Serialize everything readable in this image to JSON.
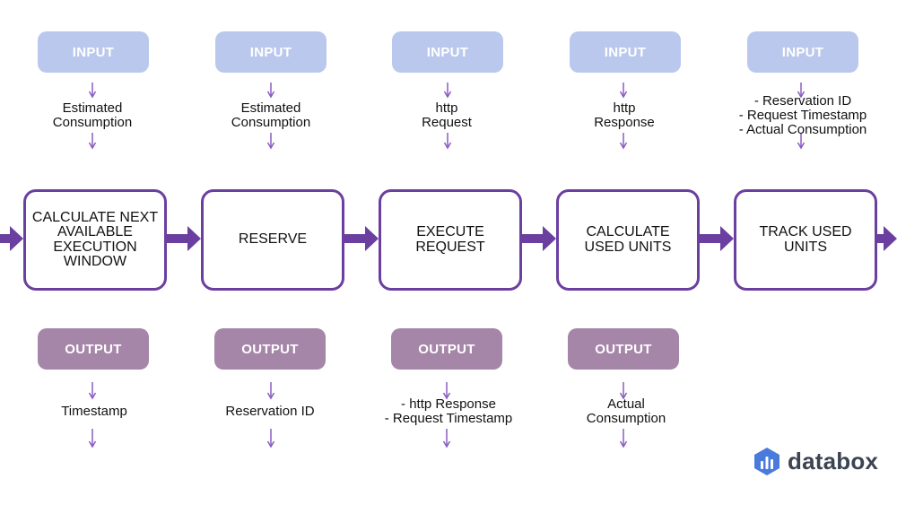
{
  "stages": [
    {
      "input_label": "INPUT",
      "input_text": "Estimated\nConsumption",
      "step": "CALCULATE NEXT\nAVAILABLE\nEXECUTION\nWINDOW",
      "output_label": "OUTPUT",
      "output_text": "Timestamp"
    },
    {
      "input_label": "INPUT",
      "input_text": "Estimated\nConsumption",
      "step": "RESERVE",
      "output_label": "OUTPUT",
      "output_text": "Reservation ID"
    },
    {
      "input_label": "INPUT",
      "input_text": "http\nRequest",
      "step": "EXECUTE\nREQUEST",
      "output_label": "OUTPUT",
      "output_text": "- http Response\n- Request Timestamp"
    },
    {
      "input_label": "INPUT",
      "input_text": "http\nResponse",
      "step": "CALCULATE\nUSED UNITS",
      "output_label": "OUTPUT",
      "output_text": "Actual\nConsumption"
    },
    {
      "input_label": "INPUT",
      "input_text": "- Reservation ID\n- Request Timestamp\n- Actual Consumption",
      "step": "TRACK USED\nUNITS"
    }
  ],
  "logo": {
    "text": "databox"
  },
  "colors": {
    "box_border": "#6b3fa0",
    "arrow": "#6b3fa0",
    "connector": "#8a5cc2",
    "input_pill": "#b9c8ec",
    "output_pill": "#a585a8",
    "logo_icon": "#4a7bdc"
  }
}
